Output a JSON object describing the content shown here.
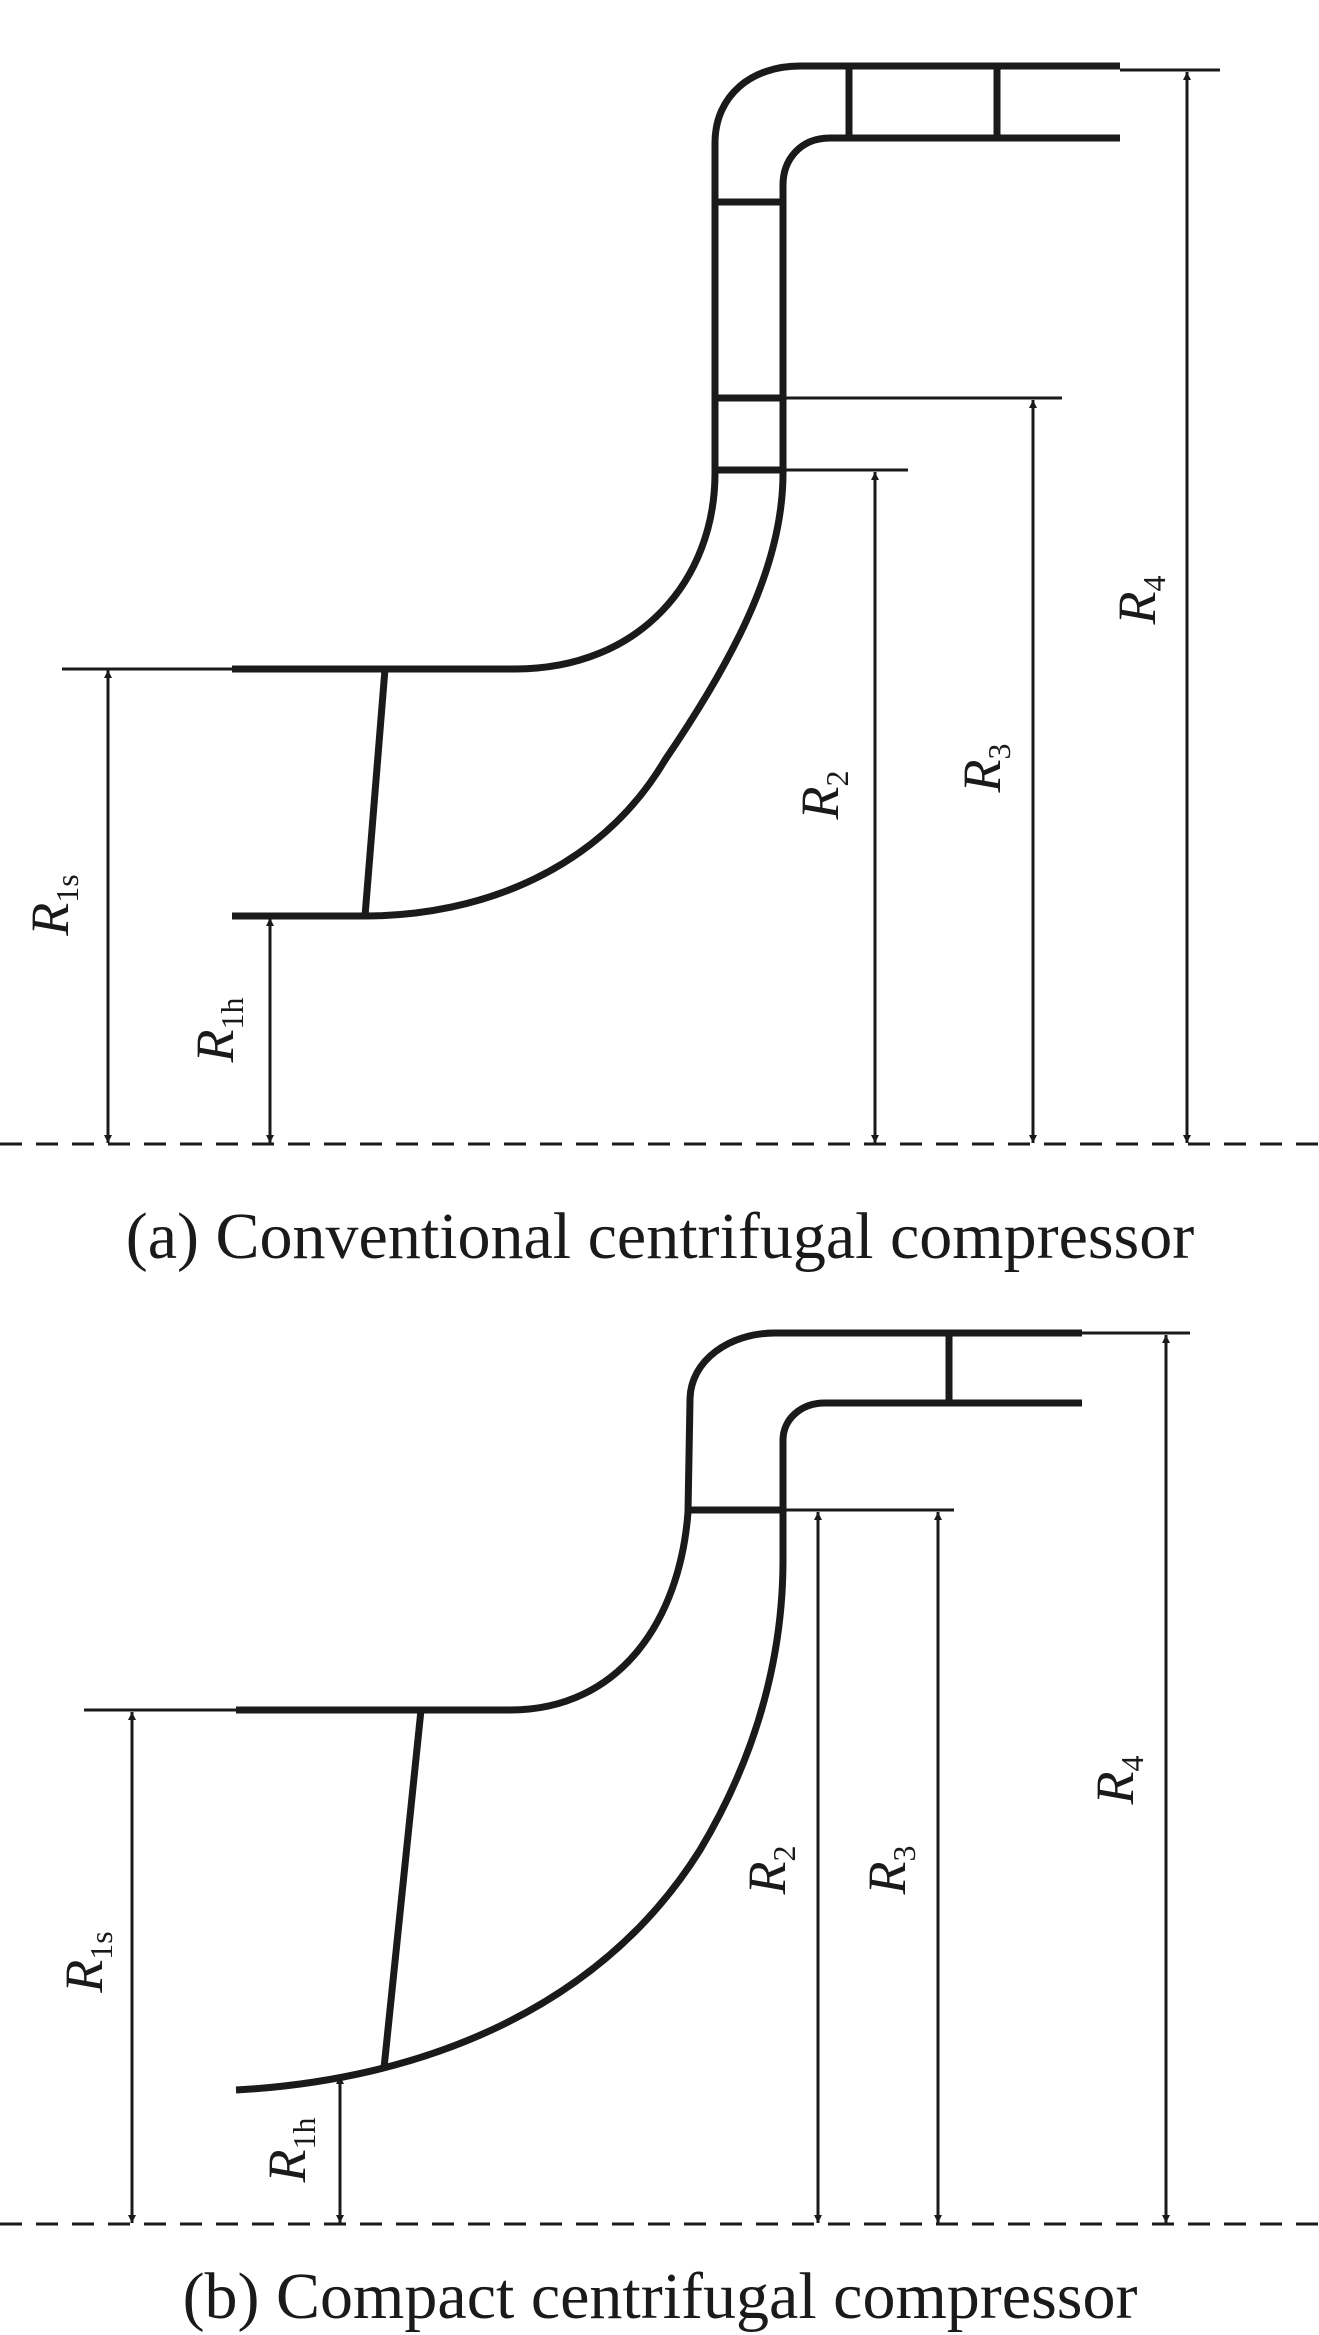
{
  "figure_a": {
    "caption": "(a) Conventional centrifugal compressor",
    "labels": {
      "R1s": {
        "main": "R",
        "sub": "1s"
      },
      "R1h": {
        "main": "R",
        "sub": "1h"
      },
      "R2": {
        "main": "R",
        "sub": "2"
      },
      "R3": {
        "main": "R",
        "sub": "3"
      },
      "R4": {
        "main": "R",
        "sub": "4"
      }
    }
  },
  "figure_b": {
    "caption": "(b) Compact centrifugal compressor",
    "labels": {
      "R1s": {
        "main": "R",
        "sub": "1s"
      },
      "R1h": {
        "main": "R",
        "sub": "1h"
      },
      "R2": {
        "main": "R",
        "sub": "2"
      },
      "R3": {
        "main": "R",
        "sub": "3"
      },
      "R4": {
        "main": "R",
        "sub": "4"
      }
    }
  }
}
